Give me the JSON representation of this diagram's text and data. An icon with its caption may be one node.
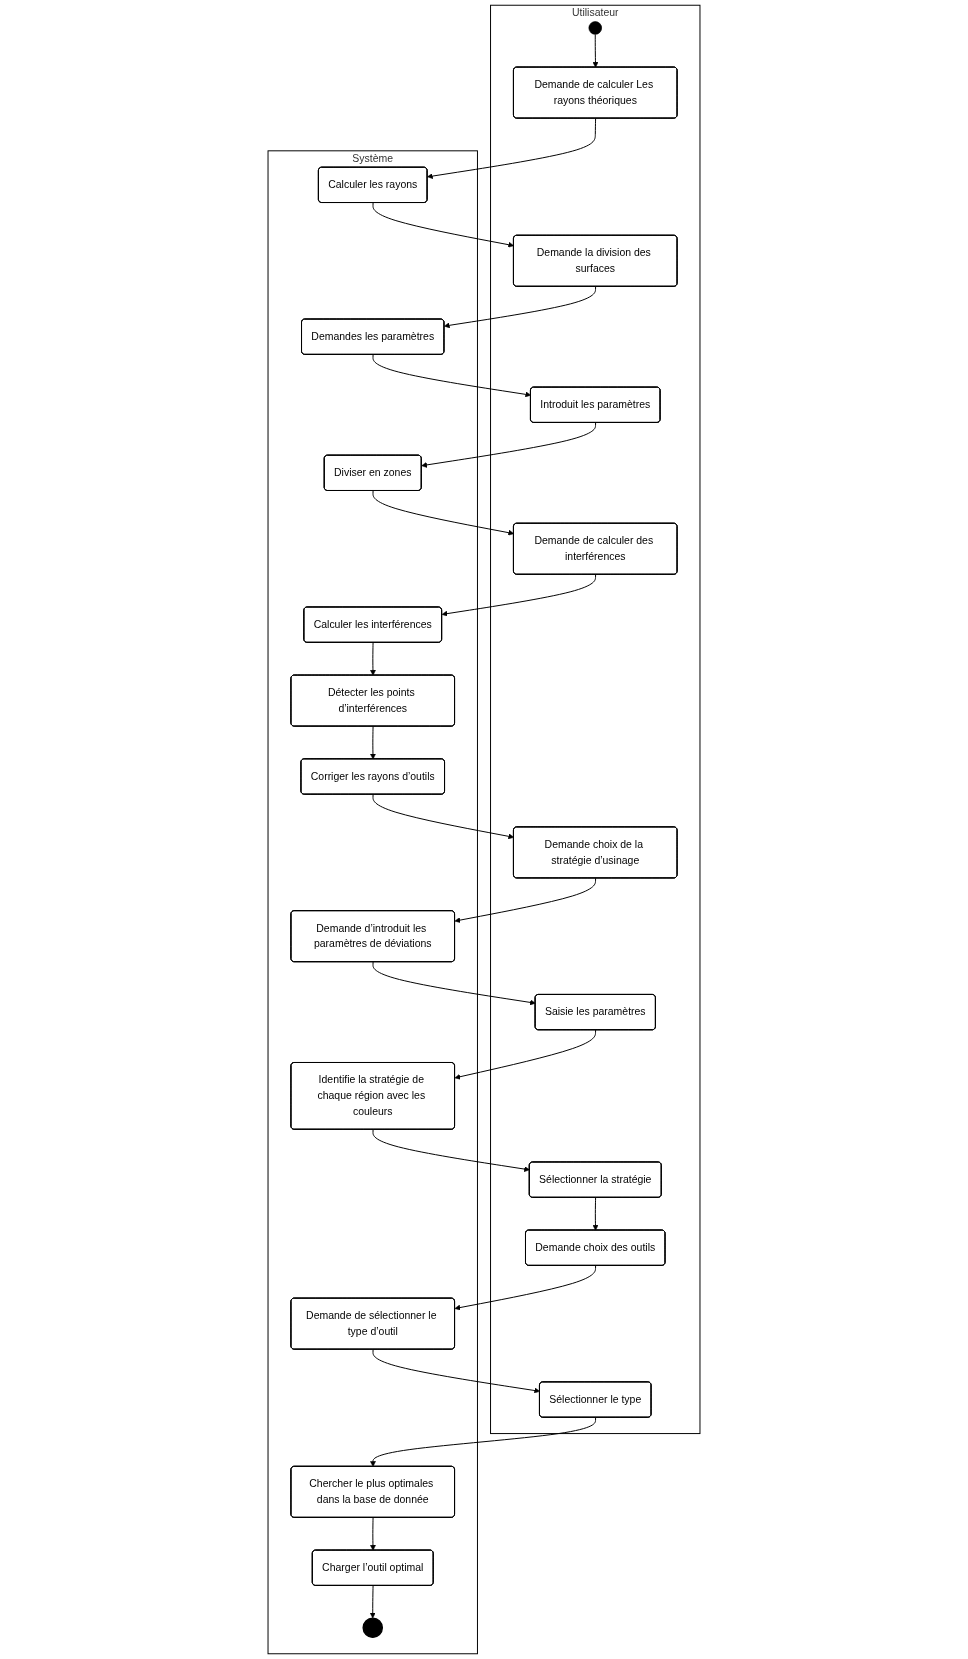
{
  "diagram": {
    "nodes": [
      {
        "text": [
          "Utilisateur"
        ]
      },
      {
        "text": [],
        "shape": "circle",
        "in": 0
      },
      {
        "text": [
          "Demande de calculer Les rayons théoriques"
        ],
        "in": 0
      },
      {
        "text": [
          "Demande la division des surfaces"
        ],
        "in": 0
      },
      {
        "text": [
          "Introduit les paramètres"
        ],
        "in": 0
      },
      {
        "text": [
          "Demande de calculer des interférences"
        ],
        "in": 0
      },
      {
        "text": [
          "Demande choix de la stratégie d’usinage"
        ],
        "in": 0
      },
      {
        "text": [
          "Saisie les paramètres"
        ],
        "in": 0
      },
      {
        "text": [
          "Sélectionner la stratégie"
        ],
        "in": 0
      },
      {
        "text": [
          "Demande choix des outils"
        ],
        "in": 0
      },
      {
        "text": [
          "Sélectionner le type"
        ],
        "in": 0
      },
      {
        "text": [
          "Système"
        ]
      },
      {
        "text": [
          "Calculer les rayons"
        ],
        "in": 11
      },
      {
        "text": [
          "Demandes les paramètres"
        ],
        "in": 11
      },
      {
        "text": [
          "Diviser en zones"
        ],
        "in": 11
      },
      {
        "text": [
          "Calculer les interférences"
        ],
        "in": 11
      },
      {
        "text": [
          "Détecter les points d’interférences"
        ],
        "in": 11
      },
      {
        "text": [
          "Corriger les rayons d’outils"
        ],
        "in": 11
      },
      {
        "text": [
          "Demande d’introduit les paramètres de déviations"
        ],
        "in": 11
      },
      {
        "text": [
          "Identifie la stratégie de chaque région avec les couleurs"
        ],
        "in": 11
      },
      {
        "text": [
          "Demande de sélectionner le type d’outil"
        ],
        "in": 11
      },
      {
        "text": [
          "Chercher le plus optimales dans la base de donnée"
        ],
        "in": 11
      },
      {
        "text": [
          "Charger l’outil optimal"
        ],
        "in": 11
      },
      {
        "text": [],
        "shape": "circle",
        "in": 11
      }
    ],
    "edges": [
      {
        "from": 1,
        "to": 2,
        "arrow": "to"
      },
      {
        "from": 2,
        "to": 12,
        "arrow": "to"
      },
      {
        "from": 12,
        "to": 3,
        "arrow": "to"
      },
      {
        "from": 3,
        "to": 13,
        "arrow": "to"
      },
      {
        "from": 13,
        "to": 4,
        "arrow": "to"
      },
      {
        "from": 4,
        "to": 14,
        "arrow": "to"
      },
      {
        "from": 14,
        "to": 5,
        "arrow": "to"
      },
      {
        "from": 5,
        "to": 15,
        "arrow": "to"
      },
      {
        "from": 15,
        "to": 16,
        "arrow": "to"
      },
      {
        "from": 16,
        "to": 17,
        "arrow": "to"
      },
      {
        "from": 17,
        "to": 6,
        "arrow": "to"
      },
      {
        "from": 6,
        "to": 18,
        "arrow": "to"
      },
      {
        "from": 18,
        "to": 7,
        "arrow": "to"
      },
      {
        "from": 7,
        "to": 19,
        "arrow": "to"
      },
      {
        "from": 19,
        "to": 8,
        "arrow": "to"
      },
      {
        "from": 8,
        "to": 9,
        "arrow": "to"
      },
      {
        "from": 9,
        "to": 20,
        "arrow": "to"
      },
      {
        "from": 20,
        "to": 10,
        "arrow": "to"
      },
      {
        "from": 10,
        "to": 21,
        "arrow": "to"
      },
      {
        "from": 21,
        "to": 22,
        "arrow": "to"
      },
      {
        "from": 22,
        "to": 23,
        "arrow": "to"
      }
    ]
  }
}
